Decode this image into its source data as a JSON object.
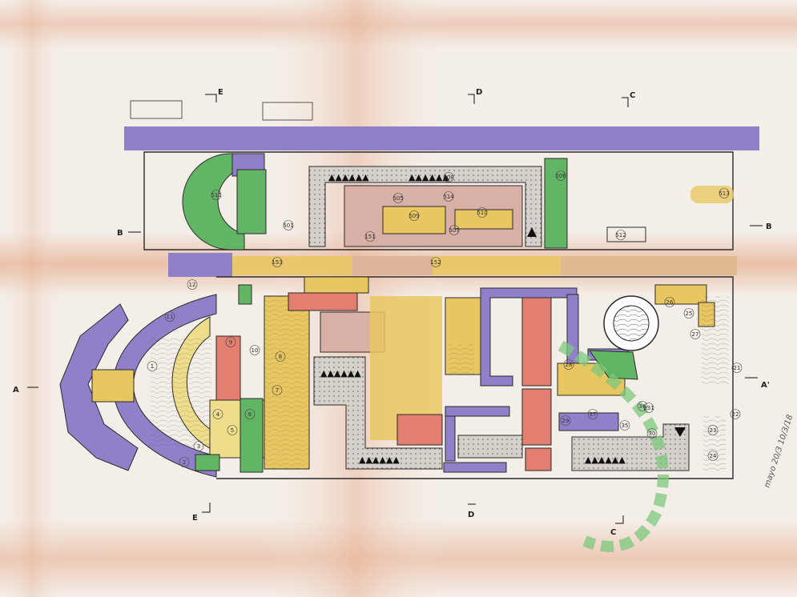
{
  "sheet": {
    "colors": {
      "paper": "#f4eee8",
      "stain": "#e9b9a0",
      "purple": "#8f80c9",
      "green": "#63b566",
      "yellow": "#e9c760",
      "pale_yellow": "#eedd8a",
      "red": "#e27f70",
      "rose": "#d9b0a6",
      "grey": "#cfc9c4",
      "ink": "#2a2a2a"
    },
    "section_markers": [
      {
        "letter": "E"
      },
      {
        "letter": "D"
      },
      {
        "letter": "C"
      },
      {
        "letter": "B"
      },
      {
        "letter": "B"
      },
      {
        "letter": "A"
      },
      {
        "letter": "A'"
      },
      {
        "letter": "E"
      },
      {
        "letter": "D"
      },
      {
        "letter": "C"
      }
    ],
    "room_labels": [
      "506",
      "508",
      "505",
      "509",
      "510",
      "507",
      "511",
      "512",
      "513",
      "514",
      "501",
      "151",
      "152",
      "153",
      "12",
      "11",
      "10",
      "9",
      "8",
      "7",
      "6",
      "5",
      "4",
      "3",
      "2",
      "1",
      "21",
      "22",
      "23",
      "24",
      "25",
      "26",
      "27",
      "28",
      "29",
      "30",
      "35",
      "36",
      "37",
      "231"
    ],
    "handwritten_note": "mayo 20/3 10/3/18",
    "triangles": "▲▲▲▲▲▲"
  }
}
